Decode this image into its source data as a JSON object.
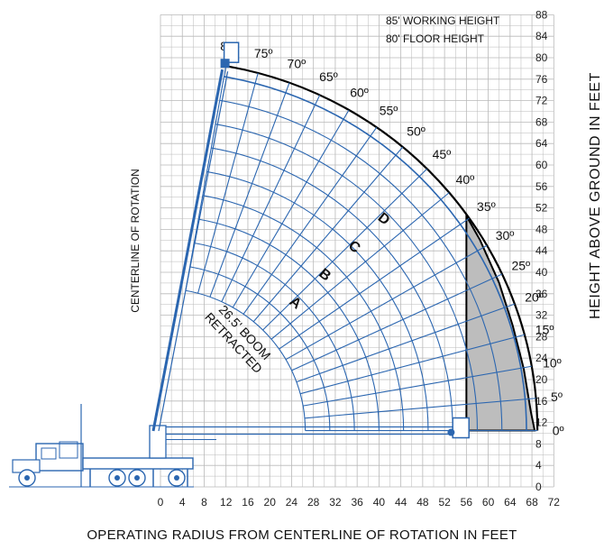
{
  "chart_data": {
    "type": "line",
    "title": "",
    "xlabel": "OPERATING RADIUS FROM CENTERLINE OF ROTATION IN FEET",
    "ylabel": "HEIGHT ABOVE GROUND IN FEET",
    "xlim": [
      0,
      72
    ],
    "ylim": [
      0,
      88
    ],
    "x_ticks": [
      "0",
      "4",
      "8",
      "12",
      "16",
      "20",
      "24",
      "28",
      "32",
      "36",
      "40",
      "44",
      "48",
      "52",
      "56",
      "60",
      "64",
      "68",
      "72"
    ],
    "y_ticks": [
      "88",
      "84",
      "80",
      "76",
      "72",
      "68",
      "64",
      "60",
      "56",
      "52",
      "48",
      "44",
      "40",
      "36",
      "32",
      "28",
      "24",
      "20",
      "16",
      "12",
      "8",
      "4",
      "0"
    ],
    "grid": true,
    "pivot": {
      "x": 0,
      "y": 10.5
    },
    "boom": {
      "retracted_length_ft": 26.5,
      "max_reach_ft": 69,
      "angles_deg": [
        0,
        5,
        10,
        15,
        20,
        25,
        30,
        35,
        40,
        45,
        50,
        55,
        60,
        65,
        70,
        75,
        80
      ],
      "angle_labels": [
        "0º",
        "5º",
        "10º",
        "15º",
        "20º",
        "25º",
        "30º",
        "35º",
        "40º",
        "45º",
        "50º",
        "55º",
        "60º",
        "65º",
        "70º",
        "75º",
        "80º"
      ],
      "arc_radii_ft": [
        26.5,
        31,
        35.5,
        40,
        44.5,
        49,
        53.5,
        58,
        62.5,
        67
      ]
    },
    "zones": [
      "A",
      "B",
      "C",
      "D"
    ],
    "shaded_region": {
      "description_values": [
        [
          56,
          10.5
        ],
        [
          56,
          50.5
        ],
        [
          58.5,
          46
        ],
        [
          62,
          38
        ],
        [
          64.5,
          30
        ],
        [
          66.5,
          22
        ],
        [
          67.8,
          14
        ],
        [
          68.5,
          10.5
        ]
      ],
      "color": "#bdbdbd"
    },
    "annotations": {
      "working_height": "85' WORKING HEIGHT",
      "floor_height": "80' FLOOR HEIGHT",
      "centerline": "CENTERLINE OF ROTATION",
      "boom_label_line1": "26.5' BOOM",
      "boom_label_line2": "RETRACTED"
    },
    "colors": {
      "grid": "#b9b9b9",
      "boom": "#2b66b0",
      "arcs": "#2b66b0",
      "shaded": "#bdbdbd",
      "axis": "#000000"
    }
  }
}
